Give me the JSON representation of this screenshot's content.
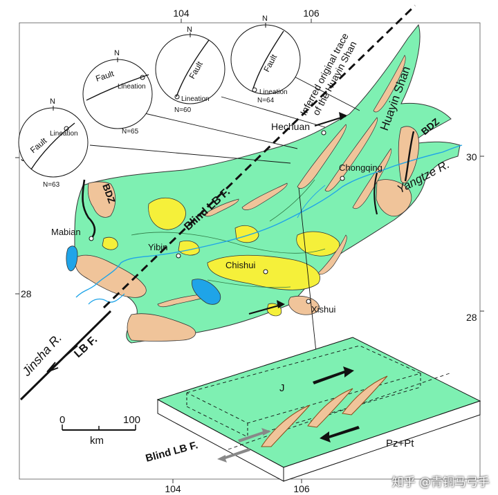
{
  "coordinates": {
    "lon_104": "104",
    "lon_106": "106",
    "lat_30": "30",
    "lat_28": "28"
  },
  "stereonets": [
    {
      "north": "N",
      "fault": "Fault",
      "lineation": "Lineation",
      "count": "N=63"
    },
    {
      "north": "N",
      "fault": "Fault",
      "lineation": "Lineation",
      "count": "N=65"
    },
    {
      "north": "N",
      "fault": "Fault",
      "lineation": "Lineation",
      "count": "N=60"
    },
    {
      "north": "N",
      "fault": "Fault",
      "lineation": "Lineation",
      "count": "N=64"
    }
  ],
  "labels": {
    "inferred_line1": "Inferred original trace",
    "inferred_line2": "of the Huayin Shan",
    "huayin_shan": "Huayin Shan",
    "hechuan": "Hechuan",
    "bdz_east": "BDZ",
    "bdz_west": "BDZ",
    "chongqing": "Chongqing",
    "yangtze": "Yangtze R.",
    "blind_lb": "Blind LB F.",
    "mabian": "Mabian",
    "yibin": "Yibin",
    "chishui": "Chishui",
    "xishui": "Xishui",
    "jinsha": "Jinsha R.",
    "lb_f": "LB F.",
    "block_j": "J",
    "block_pz": "Pz+Pt",
    "block_blind_lb": "Blind LB F."
  },
  "scale_bar": {
    "min": "0",
    "max": "100",
    "unit": "km"
  },
  "watermark": "知乎 @青铜马弓手",
  "colors": {
    "jurassic_green": "#7ef0b2",
    "cretaceous_yellow": "#f5f03a",
    "older_tan": "#f0c49a",
    "water_blue": "#1fa4e8"
  }
}
